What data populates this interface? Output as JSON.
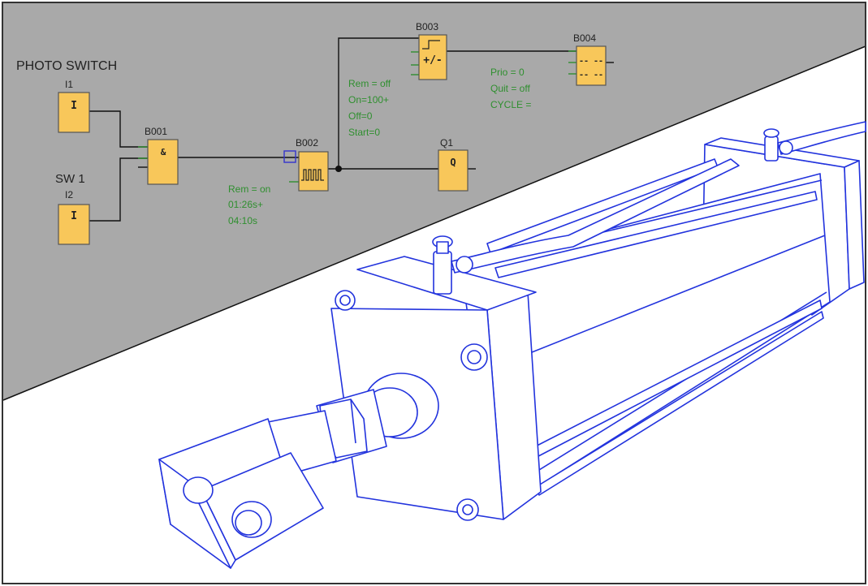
{
  "colors": {
    "plc_background": "#a9a9a9",
    "block_fill": "#f8c75a",
    "block_stroke": "#555555",
    "wire": "#111111",
    "parameter_text": "#2f8f2f",
    "cylinder_stroke": "#2233dd",
    "frame": "#333333"
  },
  "diagram": {
    "caption_photo_switch": "PHOTO SWITCH",
    "caption_sw1": "SW 1",
    "blocks": {
      "i1": {
        "name": "I1",
        "symbol": "I"
      },
      "i2": {
        "name": "I2",
        "symbol": "I"
      },
      "b001": {
        "name": "B001",
        "symbol": "&"
      },
      "b002": {
        "name": "B002",
        "symbol": "ЛЛЛЛ"
      },
      "b003": {
        "name": "B003",
        "symbol": "+/-"
      },
      "b004": {
        "name": "B004",
        "symbol": "-- --"
      },
      "q1": {
        "name": "Q1",
        "symbol": "Q"
      }
    },
    "params": {
      "b002": [
        "Rem = on",
        "01:26s+",
        "04:10s"
      ],
      "b003": [
        "Rem = off",
        "On=100+",
        "Off=0",
        "Start=0"
      ],
      "b004": [
        "Prio = 0",
        "Quit = off",
        "CYCLE ="
      ]
    }
  },
  "illustration": {
    "icon": "pneumatic-cylinder-wireframe"
  }
}
